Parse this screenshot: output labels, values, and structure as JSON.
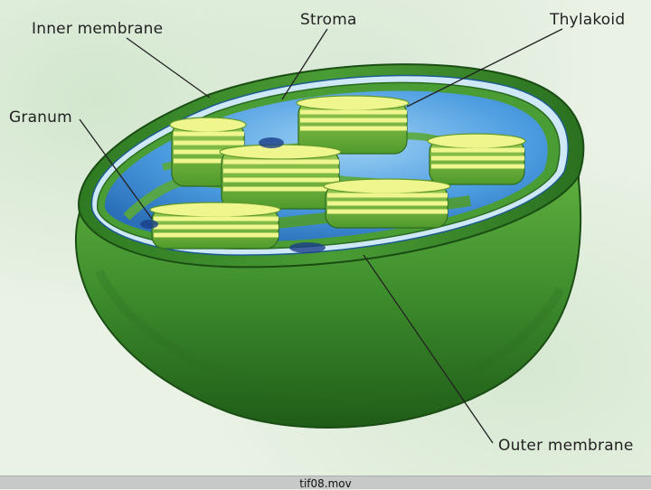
{
  "labels": {
    "inner_membrane": "Inner membrane",
    "stroma": "Stroma",
    "thylakoid": "Thylakoid",
    "granum": "Granum",
    "outer_membrane": "Outer membrane"
  },
  "footer": {
    "filename": "tif08.mov"
  },
  "colors": {
    "outer_shell": "#3f8f2e",
    "outer_shell_dark": "#1e5a17",
    "stroma_blue": "#3a8bd0",
    "stroma_light": "#86c2ee",
    "thylakoid_yellow": "#e6f07a",
    "granum_green": "#5aa83a"
  }
}
